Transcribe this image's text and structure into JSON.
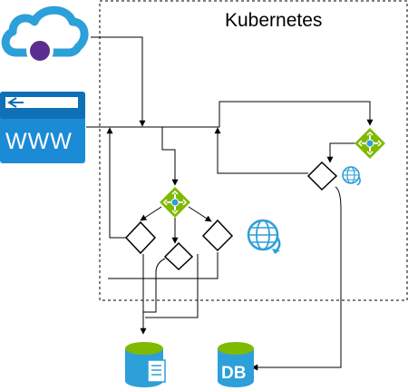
{
  "diagram": {
    "cluster_title": "Kubernetes",
    "www_label": "WWW",
    "db_label": "DB",
    "colors": {
      "cloud_blue": "#2d9fd9",
      "cloud_dot": "#5c2d91",
      "www_header": "#0f6fb7",
      "www_body": "#1b8bd6",
      "balancer_green": "#7fba00",
      "balancer_blue": "#2d9fd9",
      "storage_top": "#7fba00",
      "storage_body": "#2d9fd9",
      "connector": "#000000",
      "cluster_border": "#000000"
    },
    "icons": {
      "cloud": "azure-cloud-icon",
      "www": "browser-www-icon",
      "load_balancer": "load-balancer-icon",
      "globe": "globe-refresh-icon",
      "storage_file": "blob-storage-icon",
      "storage_db": "database-icon"
    }
  }
}
